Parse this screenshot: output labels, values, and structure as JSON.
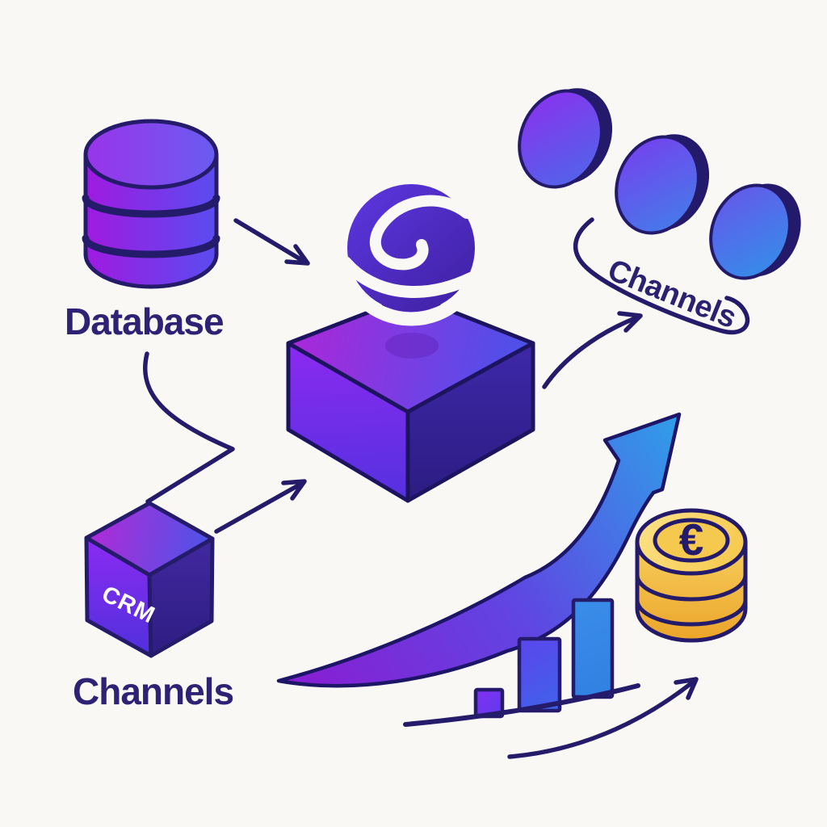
{
  "illustration": {
    "background": "#faf8f4",
    "labels": {
      "database": "Database",
      "crm_cube": "CRM",
      "crm_channels": "Channels",
      "channels_swoosh": "Channels",
      "euro": "€"
    },
    "icons": [
      "database-cylinder-icon",
      "crm-cube-icon",
      "hub-isometric-box-icon",
      "swirl-s-logo-icon",
      "channel-disc-icon-x3",
      "growth-swoosh-arrow-icon",
      "bar-chart-icon",
      "trend-arrow-icon",
      "euro-coin-stack-icon",
      "connector-arrows"
    ],
    "bar_chart": {
      "bars": 3,
      "relative_heights": [
        0.28,
        0.74,
        1
      ]
    },
    "palette": {
      "navy_ink": "#251b6b",
      "text_indigo": "#2e2275",
      "magenta": "#a81ee0",
      "purple": "#8a2af0",
      "indigo": "#4b2ad0",
      "blue": "#2f8fe8",
      "gold": "#f6c94e"
    }
  }
}
